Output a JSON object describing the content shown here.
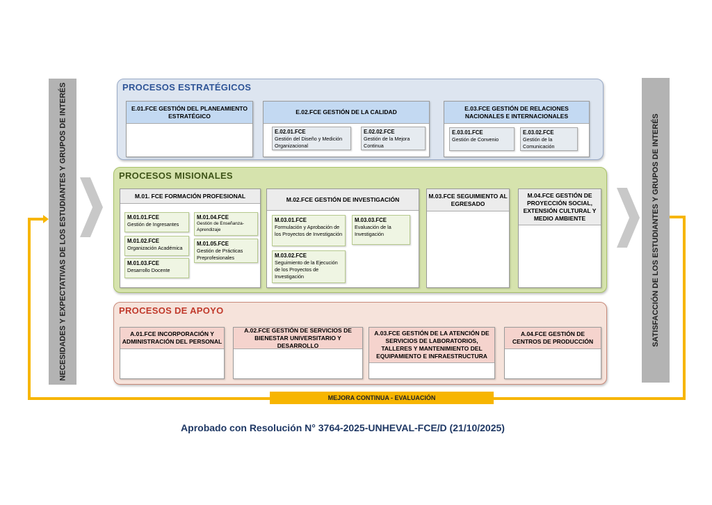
{
  "left_bar": "NECESIDADES Y EXPECTATIVAS DE LOS ESTUDIANTES Y GRUPOS DE INTERÉS",
  "right_bar": "SATISFACCIÓN DE LOS ESTUDIANTES Y GRUPOS DE INTERÉS",
  "loop_label": "MEJORA CONTINUA - EVALUACIÓN",
  "footer": "Aprobado con Resolución N° 3764-2025-UNHEVAL-FCE/D (21/10/2025)",
  "colors": {
    "strategic": "#dde5f0",
    "missional": "#d6e3ad",
    "support": "#f6e3db",
    "loop": "#f7b500"
  },
  "estrategicos": {
    "title": "PROCESOS ESTRATÉGICOS",
    "boxes": [
      {
        "title": "E.01.FCE GESTIÓN DEL PLANEAMIENTO ESTRATÉGICO"
      },
      {
        "title": "E.02.FCE GESTIÓN DE LA CALIDAD",
        "subs": [
          {
            "code": "E.02.01.FCE",
            "name": "Gestión del Diseño y Medición Organizacional"
          },
          {
            "code": "E.02.02.FCE",
            "name": "Gestión de la Mejora Continua"
          }
        ]
      },
      {
        "title": "E.03.FCE GESTIÓN DE RELACIONES NACIONALES E INTERNACIONALES",
        "subs": [
          {
            "code": "E.03.01.FCE",
            "name": "Gestión de Convenio"
          },
          {
            "code": "E.03.02.FCE",
            "name": "Gestión de la Comunicación"
          }
        ]
      }
    ]
  },
  "misionales": {
    "title": "PROCESOS MISIONALES",
    "boxes": [
      {
        "title": "M.01. FCE FORMACIÓN PROFESIONAL",
        "subs": [
          {
            "code": "M.01.01.FCE",
            "name": "Gestión de Ingresantes"
          },
          {
            "code": "M.01.02.FCE",
            "name": "Organización Académica"
          },
          {
            "code": "M.01.03.FCE",
            "name": "Desarrollo Docente"
          },
          {
            "code": "M.01.04.FCE",
            "name": "Gestión de Enseñanza-Aprendizaje"
          },
          {
            "code": "M.01.05.FCE",
            "name": "Gestión de Prácticas Preprofesionales"
          }
        ]
      },
      {
        "title": "M.02.FCE GESTIÓN DE INVESTIGACIÓN",
        "subs": [
          {
            "code": "M.03.01.FCE",
            "name": "Formulación y Aprobación de los Proyectos de Investigación"
          },
          {
            "code": "M.03.03.FCE",
            "name": "Evaluación de la Investigación"
          },
          {
            "code": "M.03.02.FCE",
            "name": "Seguimiento de la Ejecución de los Proyectos de Investigación"
          }
        ]
      },
      {
        "title": "M.03.FCE SEGUIMIENTO AL EGRESADO"
      },
      {
        "title": "M.04.FCE GESTIÓN DE PROYECCIÓN SOCIAL, EXTENSIÓN CULTURAL Y MEDIO AMBIENTE"
      }
    ]
  },
  "apoyo": {
    "title": "PROCESOS DE APOYO",
    "boxes": [
      {
        "title": "A.01.FCE INCORPORACIÓN Y ADMINISTRACIÓN DEL PERSONAL"
      },
      {
        "title": "A.02.FCE GESTIÓN DE SERVICIOS DE BIENESTAR UNIVERSITARIO Y DESARROLLO"
      },
      {
        "title": "A.03.FCE GESTIÓN DE LA ATENCIÓN DE SERVICIOS DE LABORATORIOS, TALLERES Y MANTENIMIENTO DEL EQUIPAMIENTO E INFRAESTRUCTURA"
      },
      {
        "title": "A.04.FCE GESTIÓN DE CENTROS DE PRODUCCIÓN"
      }
    ]
  }
}
